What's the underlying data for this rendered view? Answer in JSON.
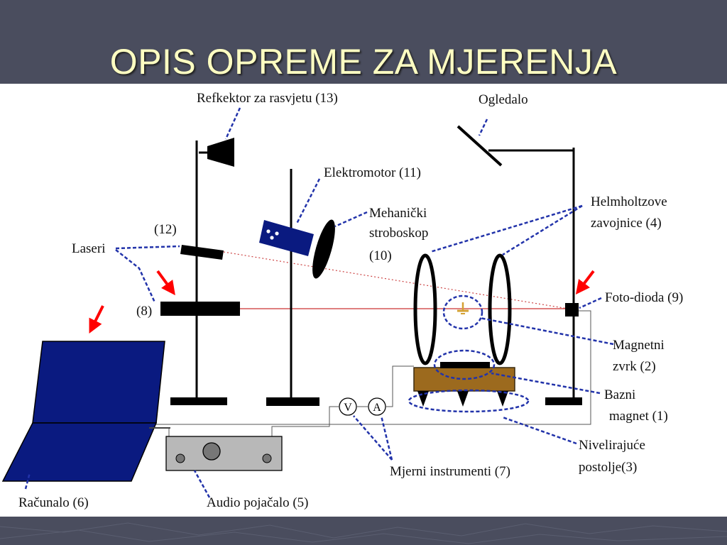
{
  "slide": {
    "title": "OPIS OPREME ZA MJERENJA"
  },
  "diagram": {
    "labels": {
      "reflector": "Refkektor za rasvjetu (13)",
      "mirror": "Ogledalo",
      "electromotor": "Elektromotor (11)",
      "strobe_line1": "Mehanički",
      "strobe_line2": "stroboskop",
      "strobe_line3": "(10)",
      "helmholtz_line1": "Helmholtzove",
      "helmholtz_line2": "zavojnice (4)",
      "laser_12": "(12)",
      "lasers": "Laseri",
      "laser_8": "(8)",
      "photodiode": "Foto-dioda (9)",
      "top_line1": "Magnetni",
      "top_line2": "zvrk (2)",
      "base_line1": "Bazni",
      "base_line2": "magnet (1)",
      "leveling_line1": "Nivelirajuće",
      "leveling_line2": "postolje(3)",
      "instruments": "Mjerni instrumenti (7)",
      "computer": "Računalo (6)",
      "amplifier": "Audio pojačalo (5)",
      "voltmeter": "V",
      "ammeter": "A"
    },
    "colors": {
      "leader": "#2233aa",
      "arrow": "#ff0000",
      "laser_beam": "#cc3333",
      "laptop": "#0a1a80",
      "base_magnet": "#9c6a1e",
      "amplifier": "#b8b8b8",
      "title": "#ffffc2",
      "background": "#4a4d5e"
    }
  }
}
